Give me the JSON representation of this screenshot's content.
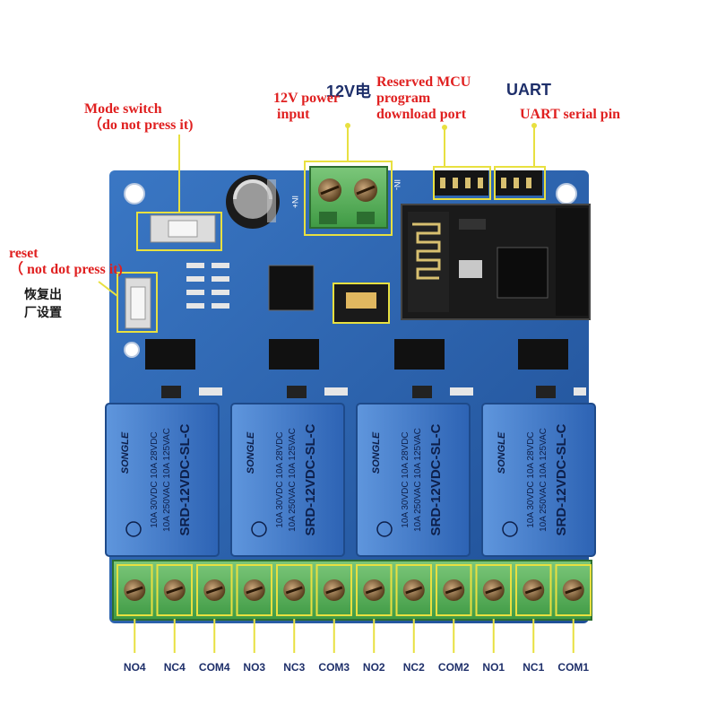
{
  "callouts": {
    "mode_switch": "Mode switch\n （do not press it)",
    "power_input": "12V power\n input",
    "mcu_port": "Reserved MCU\nprogram\ndownload port",
    "uart_pin": "UART serial pin",
    "reset": "reset\n（ not dot press it)"
  },
  "board_text": {
    "top_cn_fragment": "12V电",
    "top_uart_fragment": "UART",
    "cn_restore_line1": "恢复出",
    "cn_restore_line2": "厂设置",
    "relay_brand": "SONGLE",
    "relay_model": "SRD-12VDC-SL-C",
    "relay_rating_1": "10A 250VAC 10A 125VAC",
    "relay_rating_2": "10A 30VDC 10A 28VDC",
    "terminal_in_plus": "IN+",
    "terminal_in_minus": "IN-"
  },
  "terminal_labels": [
    "NO4",
    "NC4",
    "COM4",
    "NO3",
    "NC3",
    "COM3",
    "NO2",
    "NC2",
    "COM2",
    "NO1",
    "NC1",
    "COM1"
  ],
  "colors": {
    "annotation": "#e02020",
    "box": "#e8e040",
    "pcb": "#2a5fa8",
    "relay": "#3b74c2",
    "terminal": "#5fb25f",
    "bottom_label": "#1e2f6a"
  }
}
